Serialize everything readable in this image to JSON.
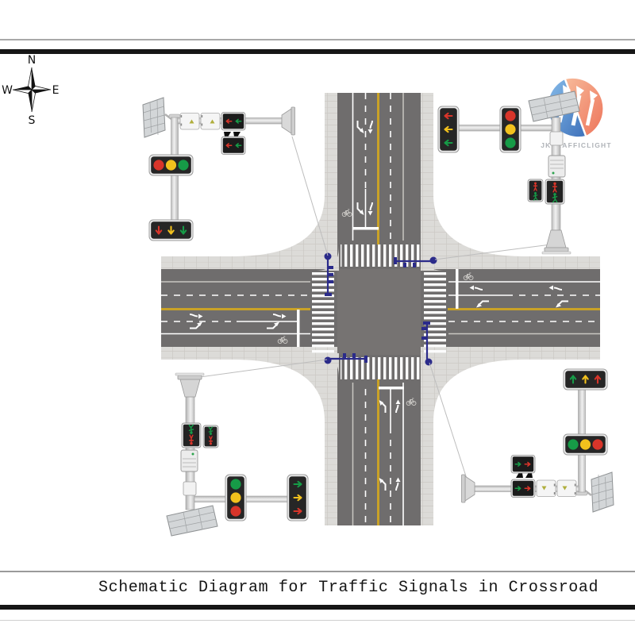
{
  "compass": {
    "north": "N",
    "south": "S",
    "east": "E",
    "west": "W"
  },
  "logo": {
    "text": "JKTRAFFICLIGHT"
  },
  "footer": {
    "title": "Schematic Diagram for Traffic Signals in Crossroad"
  },
  "colors": {
    "sig-red": "#d8352a",
    "sig-yellow": "#f2c11d",
    "sig-green": "#169b47",
    "navy": "#2b2b8a",
    "leader": "#bdbdbd",
    "road": "#6f6d6d",
    "isq": "#767372",
    "yellow-line": "#c9a227"
  },
  "diagram": {
    "intersection": {
      "arms": [
        "north",
        "south",
        "east",
        "west"
      ],
      "crosswalks": 4,
      "corner_pole_markers": 4,
      "lane_markings": [
        "left-turn arrow",
        "through arrow",
        "bicycle lane symbol",
        "stop line",
        "yellow center line"
      ]
    },
    "assemblies": {
      "northwest": {
        "position": "top-left",
        "solar_panel": true,
        "arm_direction": "east",
        "heads": [
          {
            "type": "round-3",
            "orientation": "horizontal",
            "colors": [
              "red",
              "yellow",
              "green"
            ]
          },
          {
            "type": "arrow-down-3",
            "orientation": "horizontal",
            "colors": [
              "red",
              "yellow",
              "green"
            ]
          },
          {
            "type": "lane-signal",
            "arrows": "left",
            "colors": [
              "red",
              "green"
            ]
          },
          {
            "type": "lane-signal",
            "arrows": "left",
            "colors": [
              "red",
              "green"
            ]
          }
        ]
      },
      "northeast": {
        "position": "top-right",
        "solar_panel": true,
        "arm_direction": "west",
        "heads": [
          {
            "type": "arrow-left-3",
            "orientation": "vertical",
            "colors": [
              "red",
              "yellow",
              "green"
            ]
          },
          {
            "type": "round-3",
            "orientation": "vertical",
            "colors": [
              "red",
              "yellow",
              "green"
            ]
          },
          {
            "type": "pedestrian",
            "colors": [
              "red",
              "green"
            ]
          },
          {
            "type": "pedestrian",
            "colors": [
              "red",
              "green"
            ]
          }
        ]
      },
      "southwest": {
        "position": "bottom-left",
        "solar_panel": true,
        "arm_direction": "east",
        "heads": [
          {
            "type": "round-3",
            "orientation": "vertical",
            "colors": [
              "green",
              "yellow",
              "red"
            ]
          },
          {
            "type": "arrow-right-3",
            "orientation": "vertical",
            "colors": [
              "green",
              "yellow",
              "red"
            ]
          },
          {
            "type": "pedestrian",
            "colors": [
              "green",
              "red"
            ]
          },
          {
            "type": "pedestrian",
            "colors": [
              "green",
              "red"
            ]
          }
        ]
      },
      "southeast": {
        "position": "bottom-right",
        "solar_panel": true,
        "arm_direction": "west",
        "heads": [
          {
            "type": "arrow-up-3",
            "orientation": "horizontal",
            "colors": [
              "green",
              "yellow",
              "red"
            ]
          },
          {
            "type": "round-3",
            "orientation": "horizontal",
            "colors": [
              "green",
              "yellow",
              "red"
            ]
          },
          {
            "type": "lane-signal",
            "arrows": "right",
            "colors": [
              "green",
              "red"
            ]
          },
          {
            "type": "lane-signal",
            "arrows": "right",
            "colors": [
              "green",
              "red"
            ]
          }
        ]
      }
    }
  }
}
